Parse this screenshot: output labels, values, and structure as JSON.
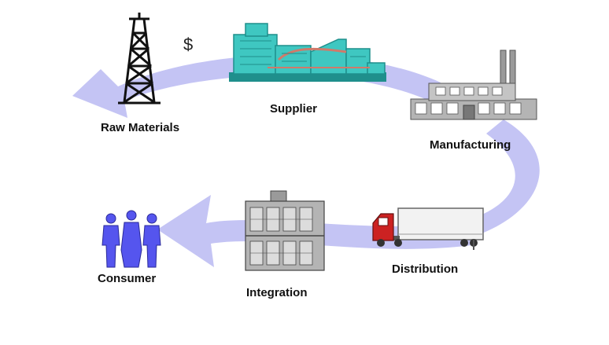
{
  "diagram": {
    "currency_symbol": "$",
    "nodes": {
      "raw_materials": {
        "label": "Raw Materials",
        "icon": "oil-derrick-icon"
      },
      "supplier": {
        "label": "Supplier",
        "icon": "refinery-plant-icon"
      },
      "manufacturing": {
        "label": "Manufacturing",
        "icon": "factory-icon"
      },
      "distribution": {
        "label": "Distribution",
        "icon": "truck-icon"
      },
      "integration": {
        "label": "Integration",
        "icon": "warehouse-building-icon"
      },
      "consumer": {
        "label": "Consumer",
        "icon": "people-icon"
      }
    },
    "colors": {
      "arrow": "#c4c4f4",
      "plant": "#3fc7c1",
      "plant_dark": "#1f8f8c",
      "people": "#5555ee",
      "truck_cab": "#cc2222",
      "building": "#b4b4b4"
    }
  }
}
